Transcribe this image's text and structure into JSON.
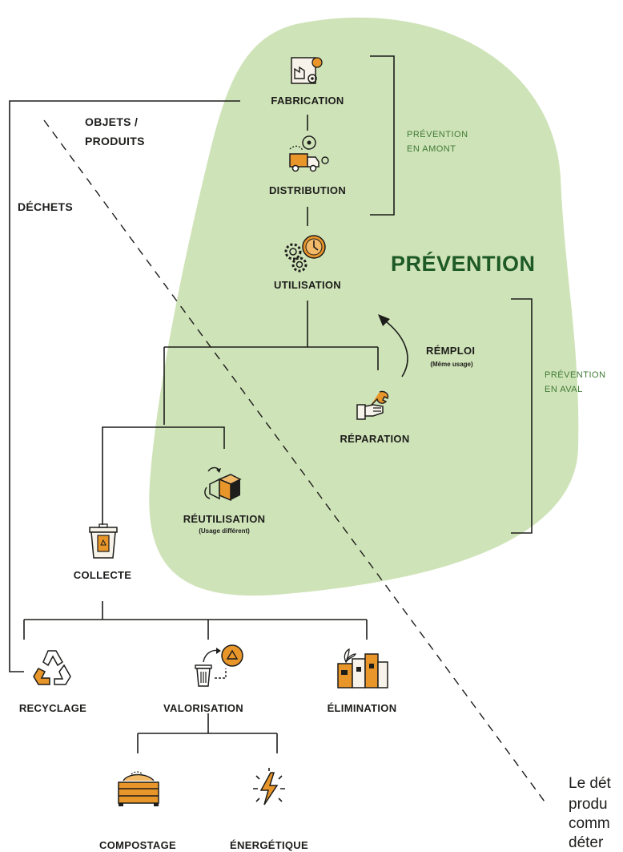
{
  "labels": {
    "objets": "OBJETS /",
    "produits": "PRODUITS",
    "dechets": "DÉCHETS",
    "fabrication": "FABRICATION",
    "distribution": "DISTRIBUTION",
    "utilisation": "UTILISATION",
    "prevention_big": "PRÉVENTION",
    "prevention_amont_1": "PRÉVENTION",
    "prevention_amont_2": "EN AMONT",
    "prevention_aval_1": "PRÉVENTION",
    "prevention_aval_2": "EN AVAL",
    "remploi": "RÉMPLOI",
    "remploi_sub": "(Même usage)",
    "reparation": "RÉPARATION",
    "reutilisation": "RÉUTILISATION",
    "reutilisation_sub": "(Usage différent)",
    "collecte": "COLLECTE",
    "recyclage": "RECYCLAGE",
    "valorisation": "VALORISATION",
    "elimination": "ÉLIMINATION",
    "compostage": "COMPOSTAGE",
    "energetique": "ÉNERGÉTIQUE"
  },
  "side_text": {
    "line1": "Le dét",
    "line2": "produ",
    "line3": "comm",
    "line4": "déter"
  },
  "colors": {
    "blob": "#cfe3b8",
    "accent_orange": "#e8952a",
    "dark_green": "#1e5a26",
    "mid_green": "#3f7a35"
  },
  "icons": [
    "factory-blueprint-icon",
    "delivery-truck-icon",
    "gears-clock-icon",
    "wrench-hand-icon",
    "box-arrows-icon",
    "collection-bin-icon",
    "recycle-icon",
    "trash-to-recycle-icon",
    "factory-buildings-icon",
    "compost-crate-icon",
    "lightning-energy-icon"
  ]
}
